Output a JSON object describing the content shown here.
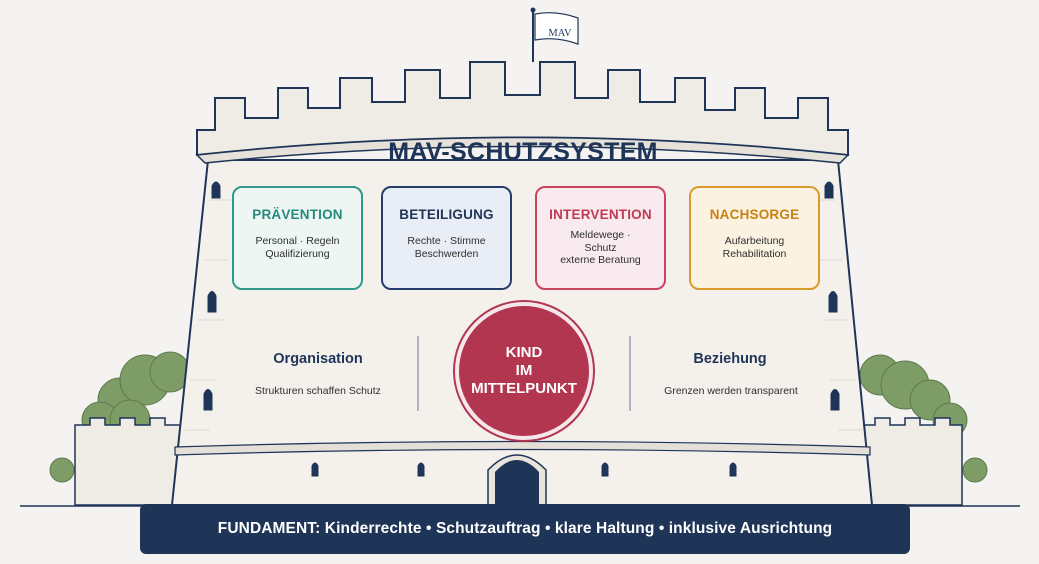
{
  "flag": {
    "label": "MAV"
  },
  "title": "MAV-SCHUTZSYSTEM",
  "pillars": [
    {
      "title": "PRÄVENTION",
      "lines": [
        "Personal · Regeln",
        "Qualifizierung"
      ],
      "color": "#2f9a8c"
    },
    {
      "title": "BETEILIGUNG",
      "lines": [
        "Rechte · Stimme",
        "Beschwerden"
      ],
      "color": "#243d6b"
    },
    {
      "title": "INTERVENTION",
      "lines": [
        "Meldewege ·",
        "Schutz",
        "externe Beratung"
      ],
      "color": "#c9455e"
    },
    {
      "title": "NACHSORGE",
      "lines": [
        "Aufarbeitung",
        "Rehabilitation"
      ],
      "color": "#d99b2b"
    }
  ],
  "left": {
    "heading": "Organisation",
    "text": "Strukturen schaffen Schutz"
  },
  "right": {
    "heading": "Beziehung",
    "text": "Grenzen werden transparent"
  },
  "center": {
    "lines": [
      "KIND",
      "IM",
      "MITTELPUNKT"
    ],
    "color": "#b23650"
  },
  "foundation": "FUNDAMENT: Kinderrechte • Schutzauftrag • klare Haltung • inklusive Ausrichtung",
  "colors": {
    "navy": "#1f3558",
    "wall": "#f3f0ea",
    "stone_line": "#d6d1c8",
    "bush": "#7a9a62"
  }
}
